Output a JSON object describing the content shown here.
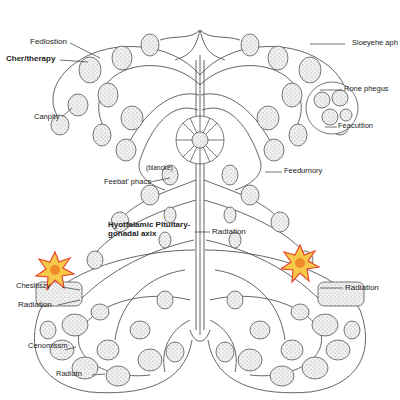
{
  "diagram": {
    "labels": [
      "Fedlostion",
      "Sloeyehe aph",
      "Cher/therapy",
      "Rone phegus",
      "Canpity",
      "Feacuttion",
      "(blancke)",
      "Feebat' phacs",
      "Feedurnory",
      "Hyotfalamic Pltuitary- gonadal axix",
      "Radiation",
      "Chesltiszy",
      "Radiation",
      "Radiation",
      "Cenomissm",
      "Radiatn"
    ]
  }
}
